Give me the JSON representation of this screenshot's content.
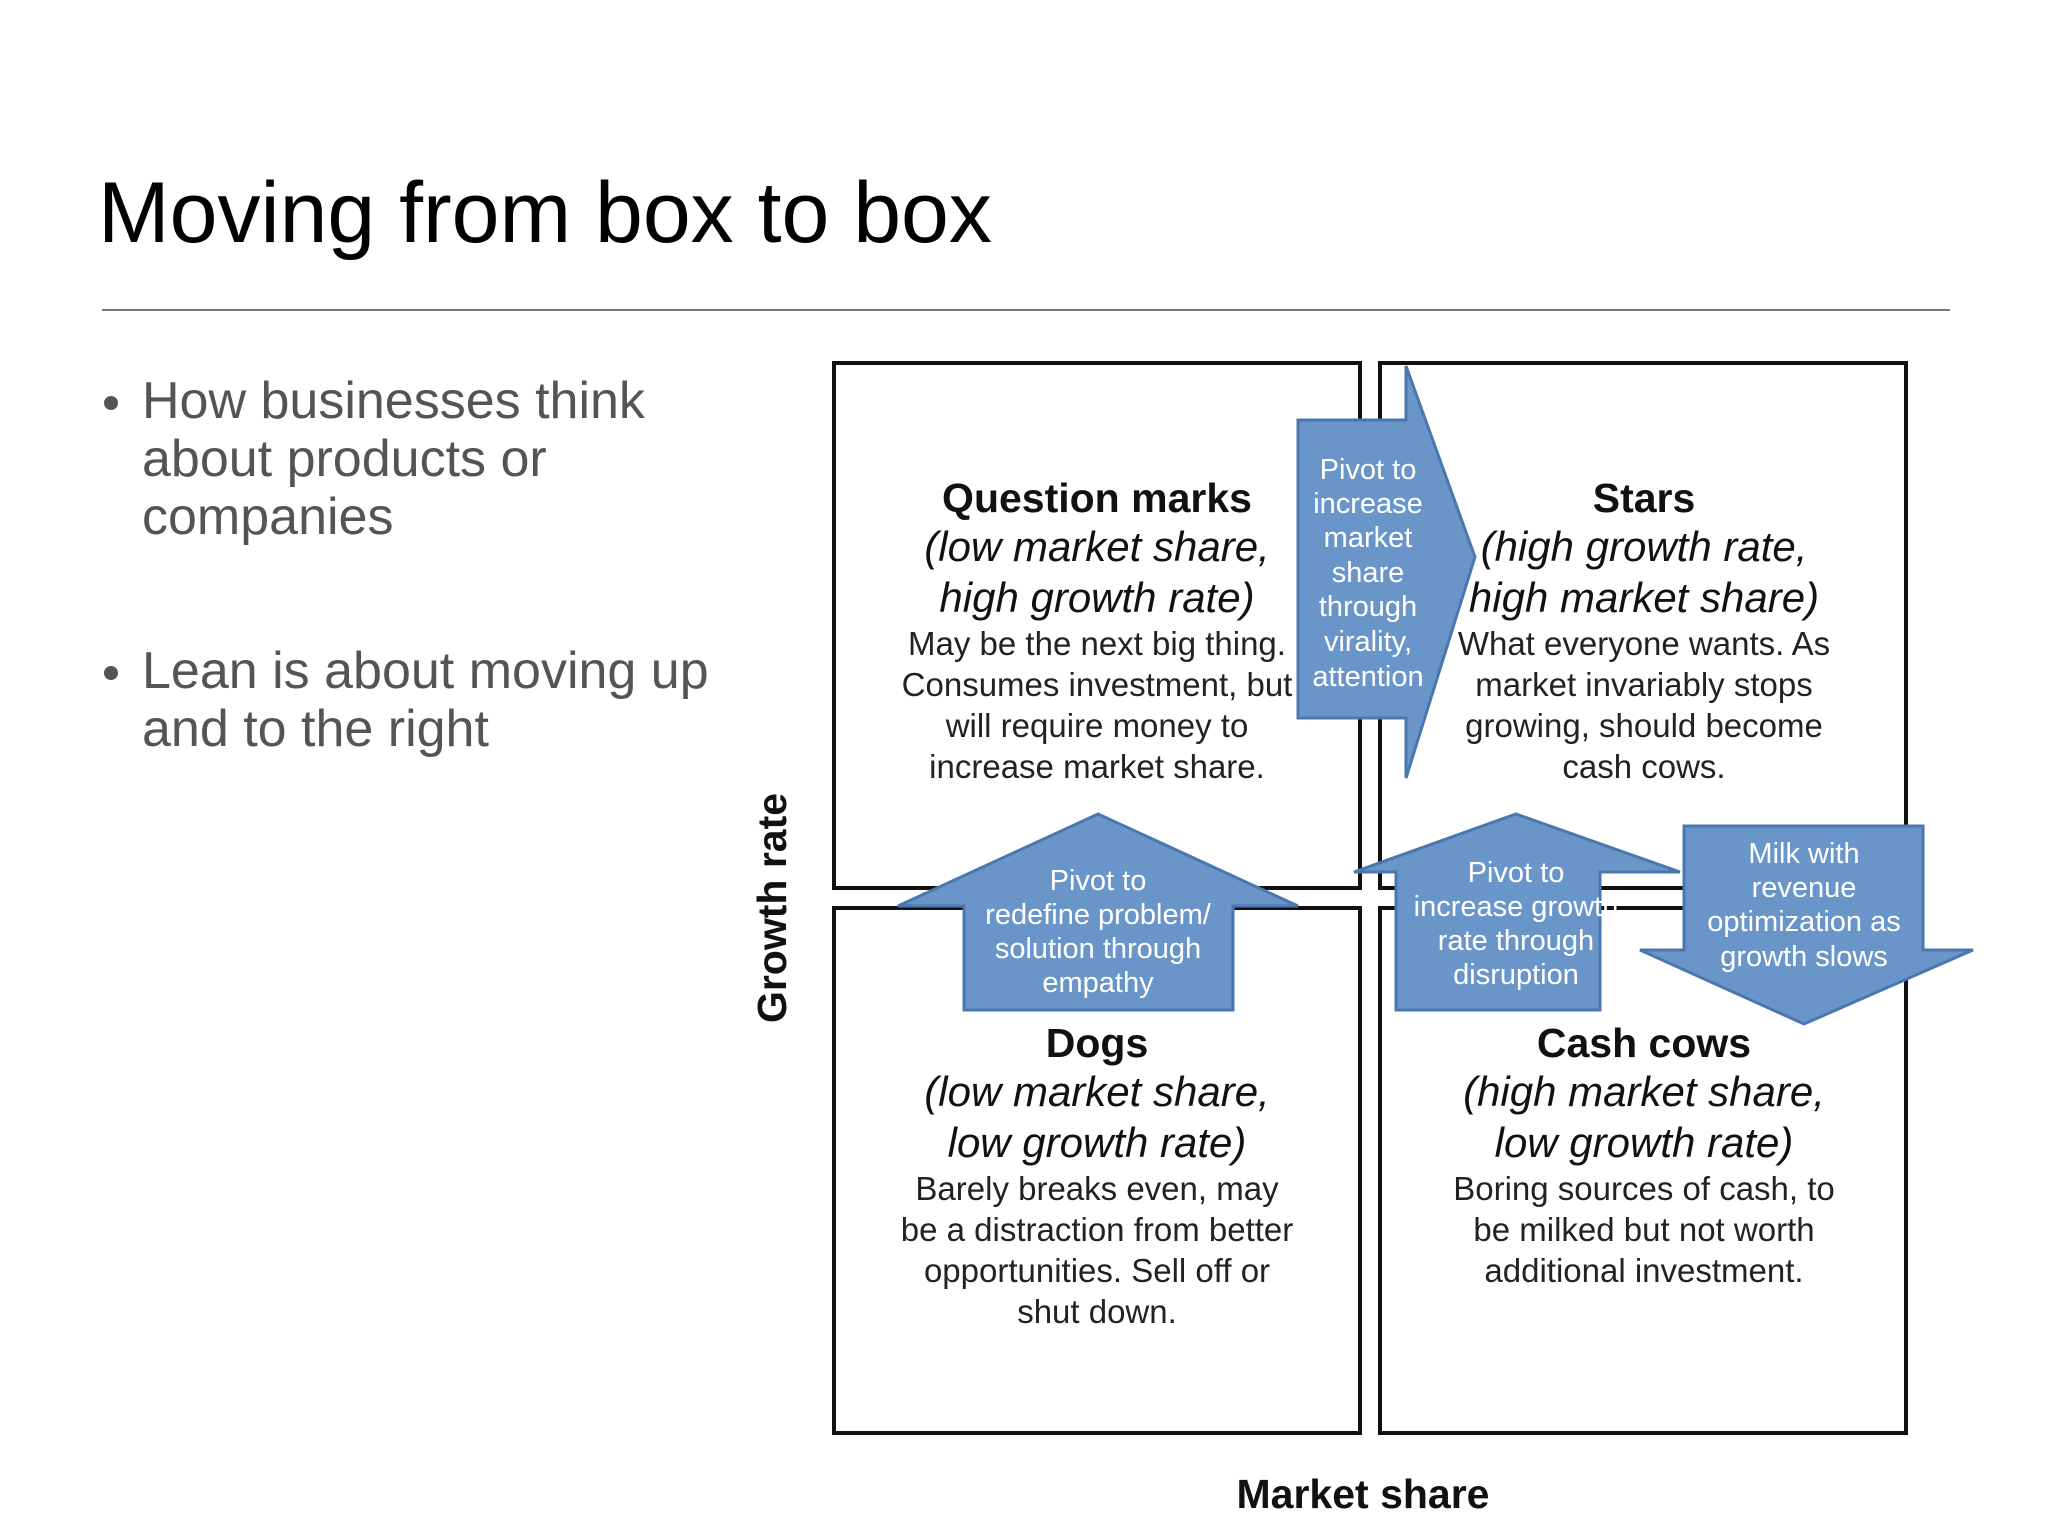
{
  "slide": {
    "title": "Moving from box to box",
    "bullets": [
      "How businesses think about products or companies",
      "Lean is about moving up and to the right"
    ]
  },
  "diagram": {
    "axes": {
      "y_label": "Growth rate",
      "x_label": "Market share"
    },
    "quadrants": {
      "question_marks": {
        "title": "Question marks",
        "subtitle": [
          "(low market share,",
          "high growth rate)"
        ],
        "body": [
          "May be the next big thing.",
          "Consumes investment, but",
          "will require money to",
          "increase market share."
        ]
      },
      "stars": {
        "title": "Stars",
        "subtitle": [
          "(high growth rate,",
          "high market share)"
        ],
        "body": [
          "What everyone wants. As",
          "market invariably stops",
          "growing, should become",
          "cash cows."
        ]
      },
      "dogs": {
        "title": "Dogs",
        "subtitle": [
          "(low market share,",
          "low growth rate)"
        ],
        "body": [
          "Barely breaks even, may",
          "be a distraction from better",
          "opportunities. Sell off or",
          "shut down."
        ]
      },
      "cash_cows": {
        "title": "Cash cows",
        "subtitle": [
          "(high market share,",
          "low growth rate)"
        ],
        "body": [
          "Boring sources of cash, to",
          "be milked but not worth",
          "additional investment."
        ]
      }
    },
    "arrows": {
      "virality": [
        "Pivot to",
        "increase",
        "market",
        "share",
        "through",
        "virality,",
        "attention"
      ],
      "empathy": [
        "Pivot to",
        "redefine problem/",
        "solution through",
        "empathy"
      ],
      "disruption": [
        "Pivot to",
        "increase growth",
        "rate through",
        "disruption"
      ],
      "milk": [
        "Milk with",
        "revenue",
        "optimization as",
        "growth slows"
      ]
    },
    "colors": {
      "arrow_fill": "#6a95c9",
      "arrow_stroke": "#4a77b0",
      "box_stroke": "#111111",
      "bullet_text": "#545454"
    }
  }
}
